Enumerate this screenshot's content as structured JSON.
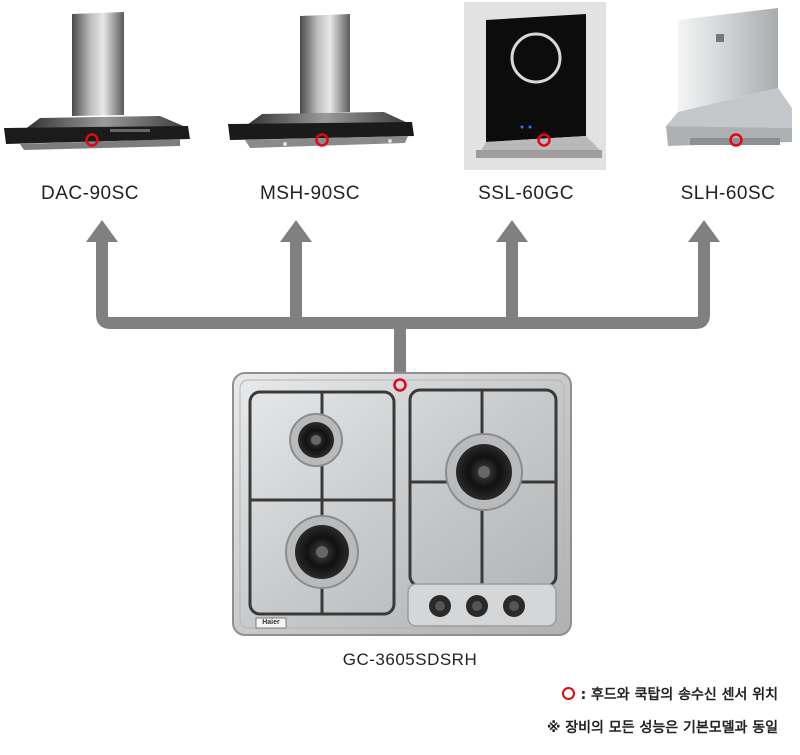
{
  "hoods": [
    {
      "model": "DAC-90SC"
    },
    {
      "model": "MSH-90SC"
    },
    {
      "model": "SSL-60GC"
    },
    {
      "model": "SLH-60SC"
    }
  ],
  "cooktop": {
    "model": "GC-3605SDSRH",
    "badge": "Haier"
  },
  "legend": {
    "sensor_note": ": 후드와 쿡탑의 송수신 센서 위치",
    "performance_note": "※ 장비의 모든 성능은 기본모델과 동일"
  },
  "colors": {
    "sensor_marker": "#e30613",
    "arrow": "#808080"
  }
}
